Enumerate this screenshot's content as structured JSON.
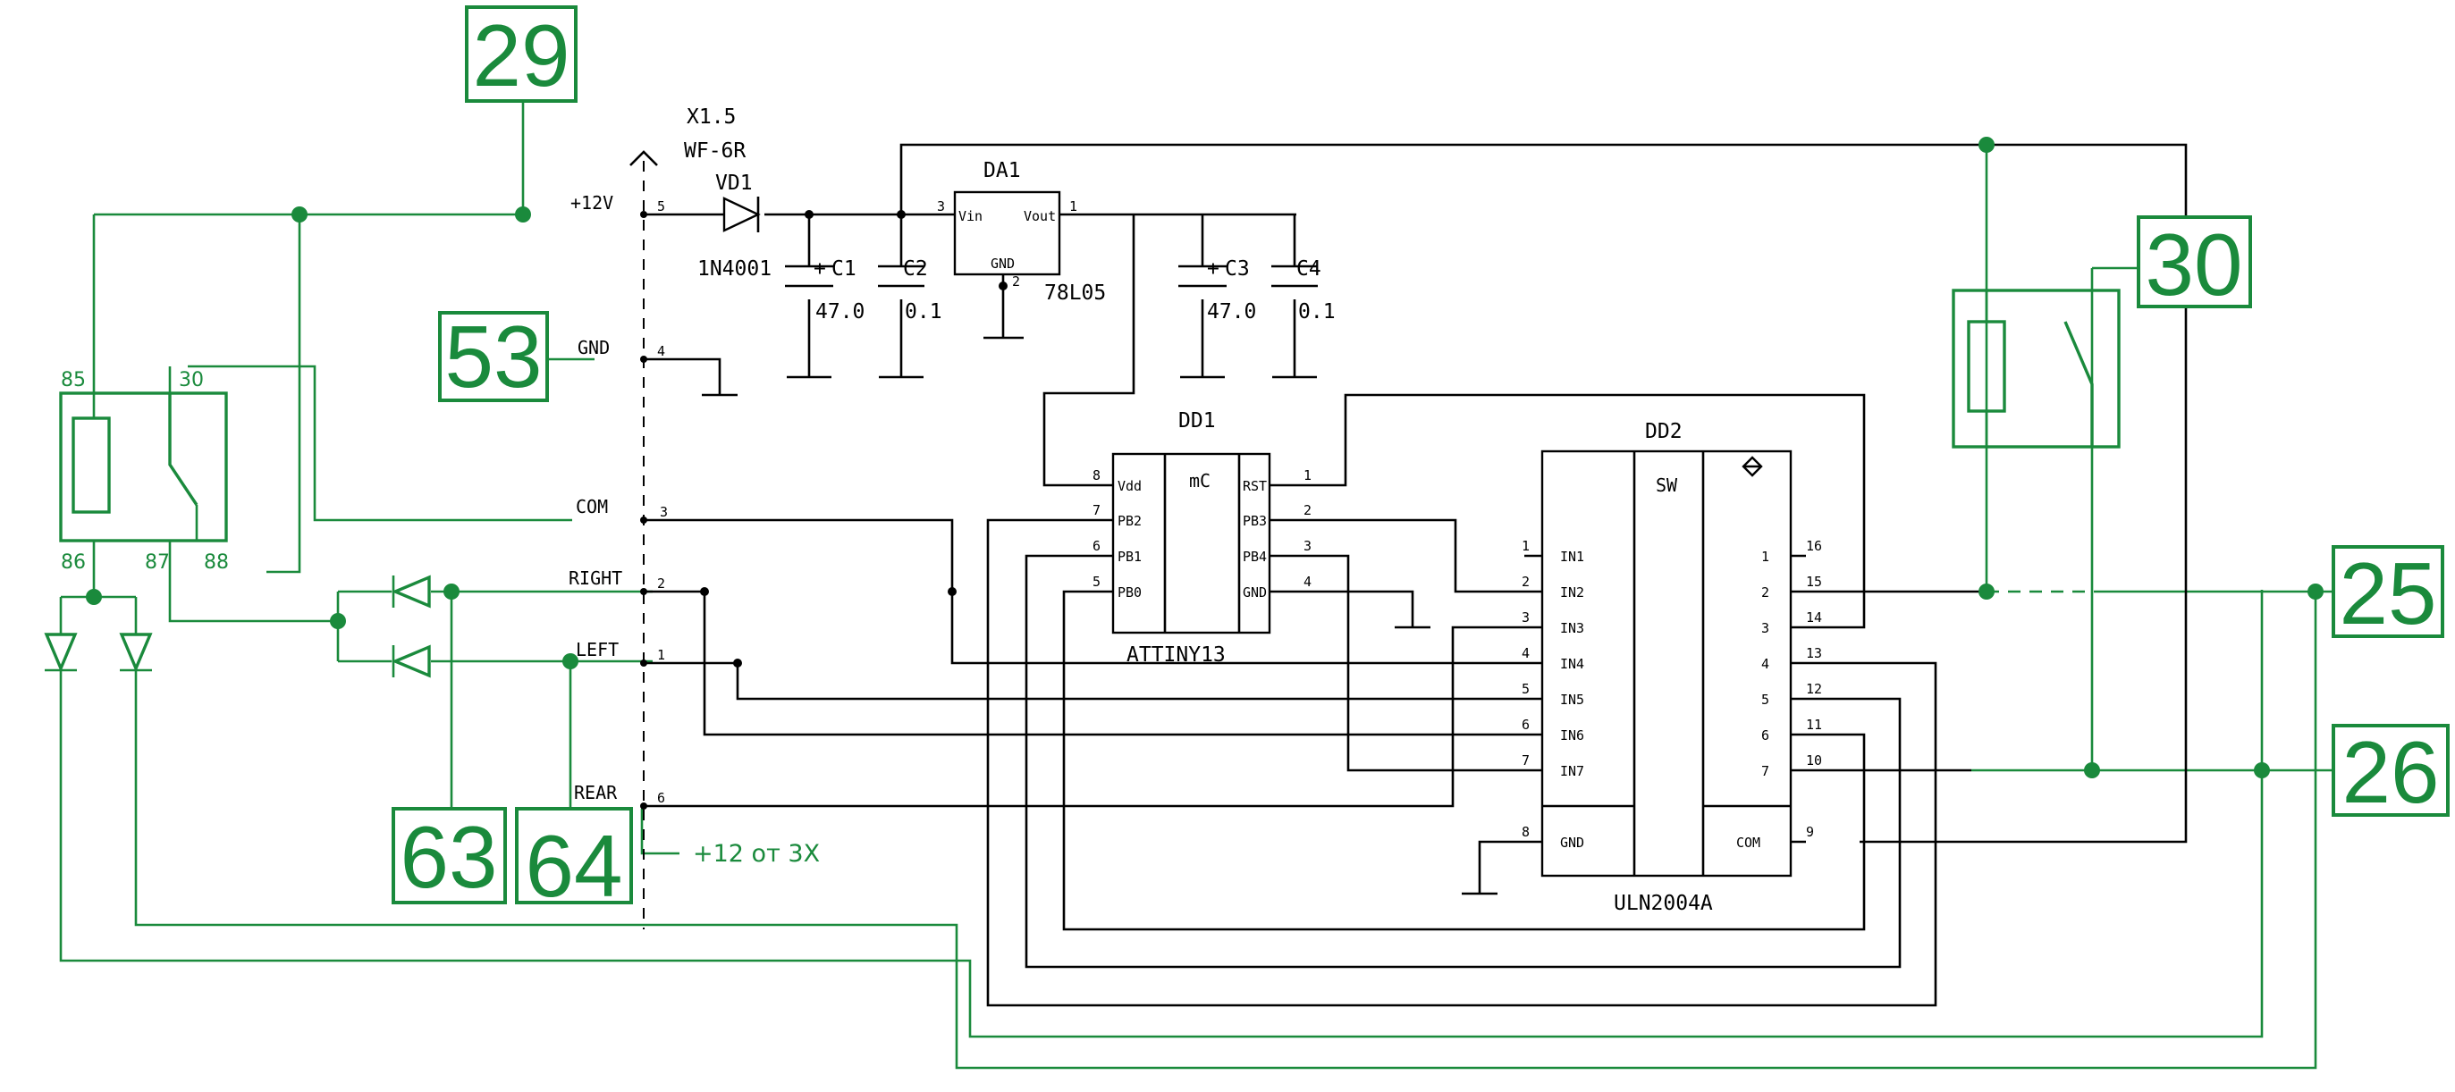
{
  "connector": {
    "ref": "X1.5",
    "type": "WF-6R",
    "pins": [
      {
        "num": "5",
        "net": "+12V"
      },
      {
        "num": "4",
        "net": "GND"
      },
      {
        "num": "3",
        "net": "COM"
      },
      {
        "num": "2",
        "net": "RIGHT"
      },
      {
        "num": "1",
        "net": "LEFT"
      },
      {
        "num": "6",
        "net": "REAR"
      }
    ]
  },
  "rear_source_note": "+12 от 3Х",
  "terminals": [
    {
      "id": "29",
      "label": "29"
    },
    {
      "id": "53",
      "label": "53"
    },
    {
      "id": "63",
      "label": "63"
    },
    {
      "id": "64",
      "label": "64"
    },
    {
      "id": "30",
      "label": "30"
    },
    {
      "id": "25",
      "label": "25"
    },
    {
      "id": "26",
      "label": "26"
    }
  ],
  "relay_left_pins": [
    "85",
    "30",
    "86",
    "87",
    "88"
  ],
  "components": {
    "vd1": {
      "ref": "VD1",
      "part": "1N4001"
    },
    "c1": {
      "ref": "C1",
      "value": "47.0",
      "polarity": "+"
    },
    "c2": {
      "ref": "C2",
      "value": "0.1"
    },
    "c3": {
      "ref": "C3",
      "value": "47.0",
      "polarity": "+"
    },
    "c4": {
      "ref": "C4",
      "value": "0.1"
    },
    "da1": {
      "ref": "DA1",
      "part": "78L05",
      "pin_vin": "Vin",
      "pin_vout": "Vout",
      "pin_gnd": "GND",
      "pin_nums": [
        "3",
        "1",
        "2"
      ]
    },
    "dd1": {
      "ref": "DD1",
      "part": "ATTINY13",
      "center": "mC",
      "left_pins": [
        {
          "num": "8",
          "name": "Vdd"
        },
        {
          "num": "7",
          "name": "PB2"
        },
        {
          "num": "6",
          "name": "PB1"
        },
        {
          "num": "5",
          "name": "PB0"
        }
      ],
      "right_pins": [
        {
          "num": "1",
          "name": "RST"
        },
        {
          "num": "2",
          "name": "PB3"
        },
        {
          "num": "3",
          "name": "PB4"
        },
        {
          "num": "4",
          "name": "GND"
        }
      ]
    },
    "dd2": {
      "ref": "DD2",
      "part": "ULN2004A",
      "center": "SW",
      "inputs": [
        {
          "num": "1",
          "name": "IN1"
        },
        {
          "num": "2",
          "name": "IN2"
        },
        {
          "num": "3",
          "name": "IN3"
        },
        {
          "num": "4",
          "name": "IN4"
        },
        {
          "num": "5",
          "name": "IN5"
        },
        {
          "num": "6",
          "name": "IN6"
        },
        {
          "num": "7",
          "name": "IN7"
        }
      ],
      "gnd_pin": {
        "num": "8",
        "name": "GND"
      },
      "outputs": [
        {
          "idx": "1",
          "num": "16"
        },
        {
          "idx": "2",
          "num": "15"
        },
        {
          "idx": "3",
          "num": "14"
        },
        {
          "idx": "4",
          "num": "13"
        },
        {
          "idx": "5",
          "num": "12"
        },
        {
          "idx": "6",
          "num": "11"
        },
        {
          "idx": "7",
          "num": "10"
        }
      ],
      "com_pin": {
        "num": "9",
        "name": "COM"
      }
    }
  }
}
